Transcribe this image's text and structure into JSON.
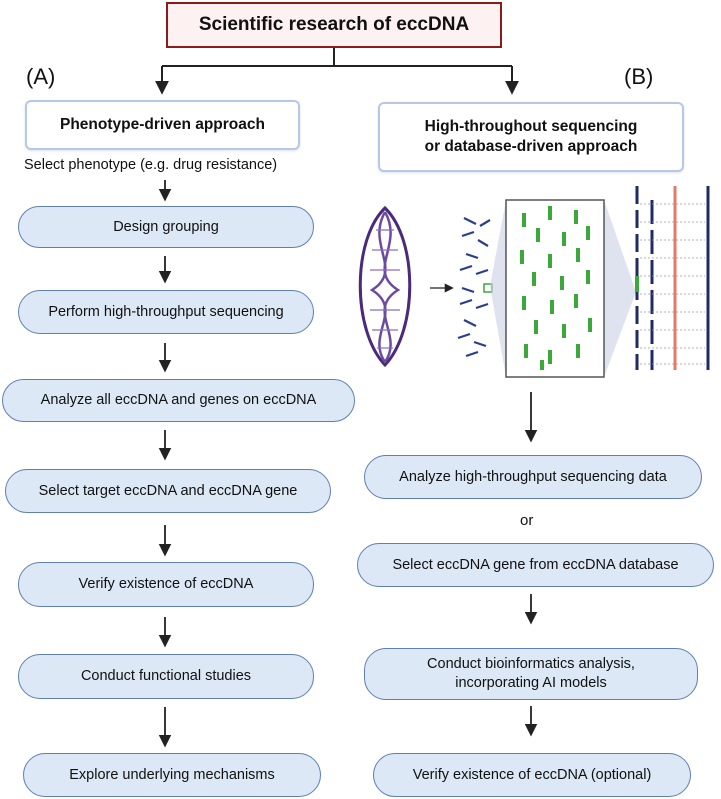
{
  "title": "Scientific research of eccDNA",
  "panel_a": {
    "label": "(A)",
    "approach": "Phenotype-driven approach",
    "intro": "Select phenotype (e.g. drug resistance)",
    "steps": [
      "Design grouping",
      "Perform high-throughput sequencing",
      "Analyze all eccDNA and genes on eccDNA",
      "Select target eccDNA and eccDNA gene",
      "Verify existence of eccDNA",
      "Conduct functional studies",
      "Explore underlying mechanisms"
    ]
  },
  "panel_b": {
    "label": "(B)",
    "approach_line1": "High-throughout sequencing",
    "approach_line2": "or database-driven approach",
    "step_1": "Analyze high-throughput sequencing data",
    "or_text": "or",
    "step_2": "Select eccDNA gene from eccDNA database",
    "step_3_line1": "Conduct bioinformatics analysis,",
    "step_3_line2": "incorporating AI models",
    "step_4": "Verify existence of eccDNA (optional)"
  },
  "colors": {
    "title_border": "#8b1a1a",
    "title_fill": "#fdf1f1",
    "step_fill": "#dce8f6",
    "step_border": "#5f7fb3",
    "dna_purple": "#4a2a7a",
    "fragment_blue": "#2a3e8c",
    "read_green": "#3aa83a",
    "reference_red": "#e07a6a",
    "track_navy": "#1f2a66"
  }
}
